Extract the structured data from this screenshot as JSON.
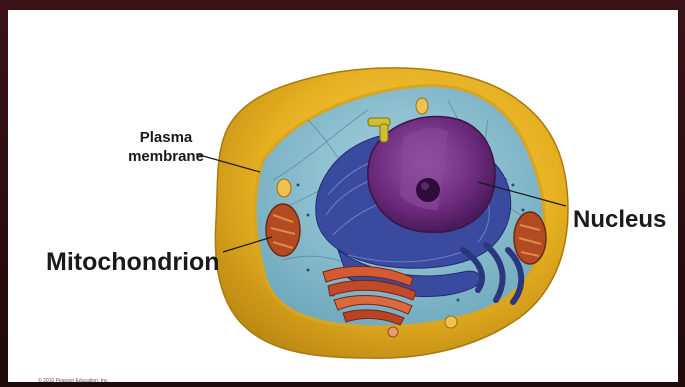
{
  "labels": {
    "plasma_membrane_line1": "Plasma",
    "plasma_membrane_line2": "membrane",
    "nucleus": "Nucleus",
    "mitochondrion": "Mitochondrion"
  },
  "copyright": "© 2010 Pearson Education, Inc.",
  "colors": {
    "frame": "#2b0d10",
    "background": "#ffffff",
    "membrane": "#e8b321",
    "cytoplasm": "#8fc4d4",
    "nucleus": "#6b2d7c",
    "endoplasmic_reticulum": "#3a4a9e",
    "golgi": "#c0502e",
    "mitochondria": "#b24a22"
  }
}
